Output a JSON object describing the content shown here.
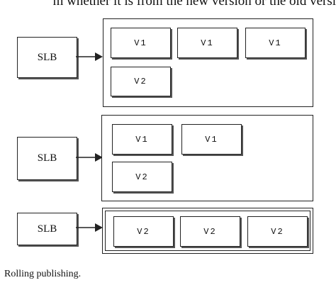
{
  "header_text": "m whether it is from the new version or the old versi",
  "caption": "Rolling publishing.",
  "stages": [
    {
      "slb_label": "SLB",
      "boxes": [
        "V1",
        "V1",
        "V1",
        "V2"
      ]
    },
    {
      "slb_label": "SLB",
      "boxes": [
        "V1",
        "V1",
        "V2"
      ]
    },
    {
      "slb_label": "SLB",
      "boxes": [
        "V2",
        "V2",
        "V2"
      ]
    }
  ]
}
